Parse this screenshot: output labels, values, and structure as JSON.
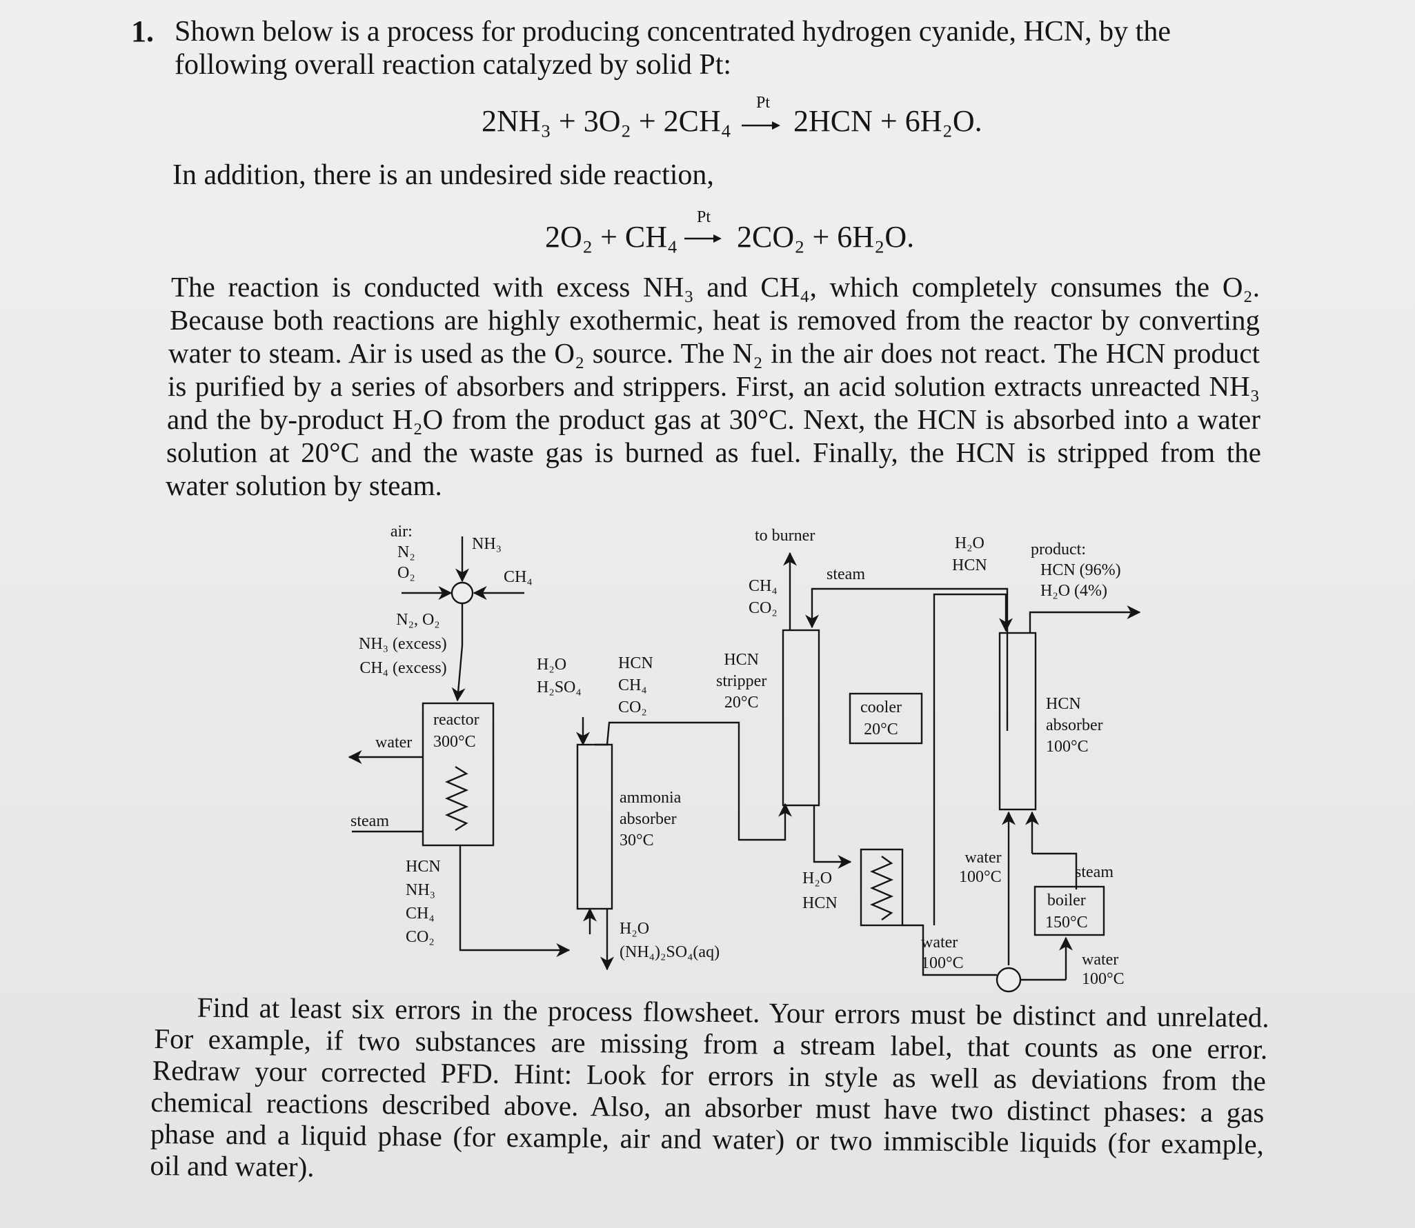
{
  "problem": {
    "number": "1.",
    "intro_line1": "Shown below is a process for producing concentrated hydrogen cyanide, HCN, by the",
    "intro_line2": "following overall reaction catalyzed by solid Pt:",
    "reaction1": {
      "lhs": "2NH₃ + 3O₂ + 2CH₄",
      "catalyst": "Pt",
      "rhs": "2HCN + 6H₂O."
    },
    "side_intro": "In addition, there is an undesired side reaction,",
    "reaction2": {
      "lhs": "2O₂ + CH₄",
      "catalyst": "Pt",
      "rhs": "2CO₂ + 6H₂O."
    },
    "paragraph_lines": [
      "The reaction is conducted with excess NH₃ and CH₄, which completely consumes the O₂.",
      "Because both reactions are highly exothermic, heat is removed from the reactor by converting",
      "water to steam. Air is used as the O₂ source. The N₂ in the air does not react. The HCN product",
      "is purified by a series of absorbers and strippers. First, an acid solution extracts unreacted NH₃",
      "and the by-product H₂O from the product gas at 30°C. Next, the HCN is absorbed into a water",
      "solution at 20°C and the waste gas is burned as fuel. Finally, the HCN is stripped from the",
      "water solution by steam."
    ],
    "question_lines": [
      "Find at least six errors in the process flowsheet. Your errors must be distinct and unrelated.",
      "For example, if two substances are missing from a stream label, that counts as one error.",
      "Redraw your corrected PFD. Hint: Look for errors in style as well as deviations from the",
      "chemical reactions described above. Also, an absorber must have two distinct phases: a gas",
      "phase and a liquid phase (for example, air and water) or two immiscible liquids (for example,",
      "oil and water)."
    ]
  },
  "pfd": {
    "air": [
      "air:",
      "N₂",
      "O₂"
    ],
    "nh3_feed": "NH₃",
    "ch4_feed": "CH₄",
    "reactor_feed": [
      "N₂, O₂",
      "NH₃ (excess)",
      "CH₄ (excess)"
    ],
    "reactor": [
      "reactor",
      "300°C"
    ],
    "reactor_water": "water",
    "reactor_steam": "steam",
    "reactor_out": [
      "HCN",
      "NH₃",
      "CH₄",
      "CO₂"
    ],
    "acid_in": [
      "H₂O",
      "H₂SO₄"
    ],
    "ammonia_gas_out": [
      "HCN",
      "CH₄",
      "CO₂"
    ],
    "ammonia_absorber": [
      "ammonia",
      "absorber",
      "30°C"
    ],
    "ammonia_liquid_out": [
      "H₂O",
      "(NH₄)₂SO₄(aq)"
    ],
    "to_burner": "to burner",
    "burner_gas": [
      "CH₄",
      "CO₂"
    ],
    "hcn_stripper": [
      "HCN",
      "stripper",
      "20°C"
    ],
    "steam_top": "steam",
    "stripper_bottom": [
      "H₂O",
      "HCN"
    ],
    "cooler": [
      "cooler",
      "20°C"
    ],
    "cooler_water_out": [
      "water",
      "100°C"
    ],
    "recycle_top": [
      "H₂O",
      "HCN"
    ],
    "product": [
      "product:",
      "HCN (96%)",
      "H₂O (4%)"
    ],
    "hcn_absorber": [
      "HCN",
      "absorber",
      "100°C"
    ],
    "absorber_water": [
      "water",
      "100°C"
    ],
    "boiler_steam": "steam",
    "boiler": [
      "boiler",
      "150°C"
    ],
    "boiler_water": [
      "water",
      "100°C"
    ]
  }
}
